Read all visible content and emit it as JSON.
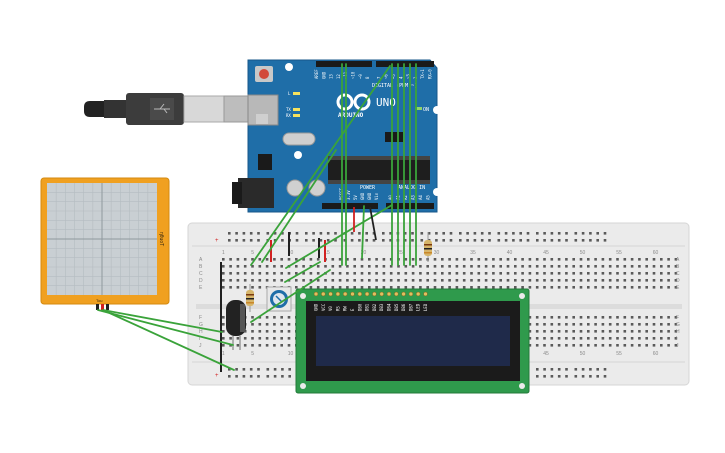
{
  "arduino": {
    "logo_text": "ARDUINO",
    "model": "UNO",
    "digital_label": "DIGITAL (PWM ~)",
    "power_label": "POWER",
    "analog_label": "ANALOG IN",
    "on_label": "ON",
    "tx_label": "TX",
    "rx_label": "RX",
    "l_label": "L",
    "top_pins": [
      "AREF",
      "GND",
      "13",
      "12",
      "~11",
      "~10",
      "~9",
      "8",
      "7",
      "~6",
      "~5",
      "4",
      "~3",
      "2",
      "TX→1",
      "RX←0"
    ],
    "power_pins": [
      "RESET",
      "3.3V",
      "5V",
      "GND",
      "GND",
      "Vin"
    ],
    "analog_pins": [
      "A0",
      "A1",
      "A2",
      "A3",
      "A4",
      "A5"
    ]
  },
  "breadboard": {
    "col_numbers": [
      "1",
      "5",
      "10",
      "15",
      "20",
      "25",
      "30",
      "35",
      "40",
      "45",
      "50",
      "55",
      "60"
    ],
    "row_letters_top": [
      "A",
      "B",
      "C",
      "D",
      "E"
    ],
    "row_letters_bottom": [
      "F",
      "G",
      "H",
      "I",
      "J"
    ]
  },
  "lcd": {
    "pin_labels": [
      "GND",
      "VCC",
      "V0",
      "RS",
      "RW",
      "E",
      "DB0",
      "DB1",
      "DB2",
      "DB3",
      "DB4",
      "DB5",
      "DB6",
      "DB7",
      "LED",
      "LED"
    ]
  },
  "touchpad": {
    "side_label": "ηθuoT",
    "bottom_label": "Tou"
  },
  "colors": {
    "arduino_blue": "#1f6ea8",
    "breadboard": "#ebebeb",
    "wire_green": "#3aa33a",
    "wire_red": "#d22020",
    "wire_black": "#202020",
    "lcd_pcb": "#2f9a4c",
    "lcd_screen": "#1f2a4a",
    "touchpad_frame": "#f0a020",
    "touchpad_surface": "#c9cfd3"
  }
}
